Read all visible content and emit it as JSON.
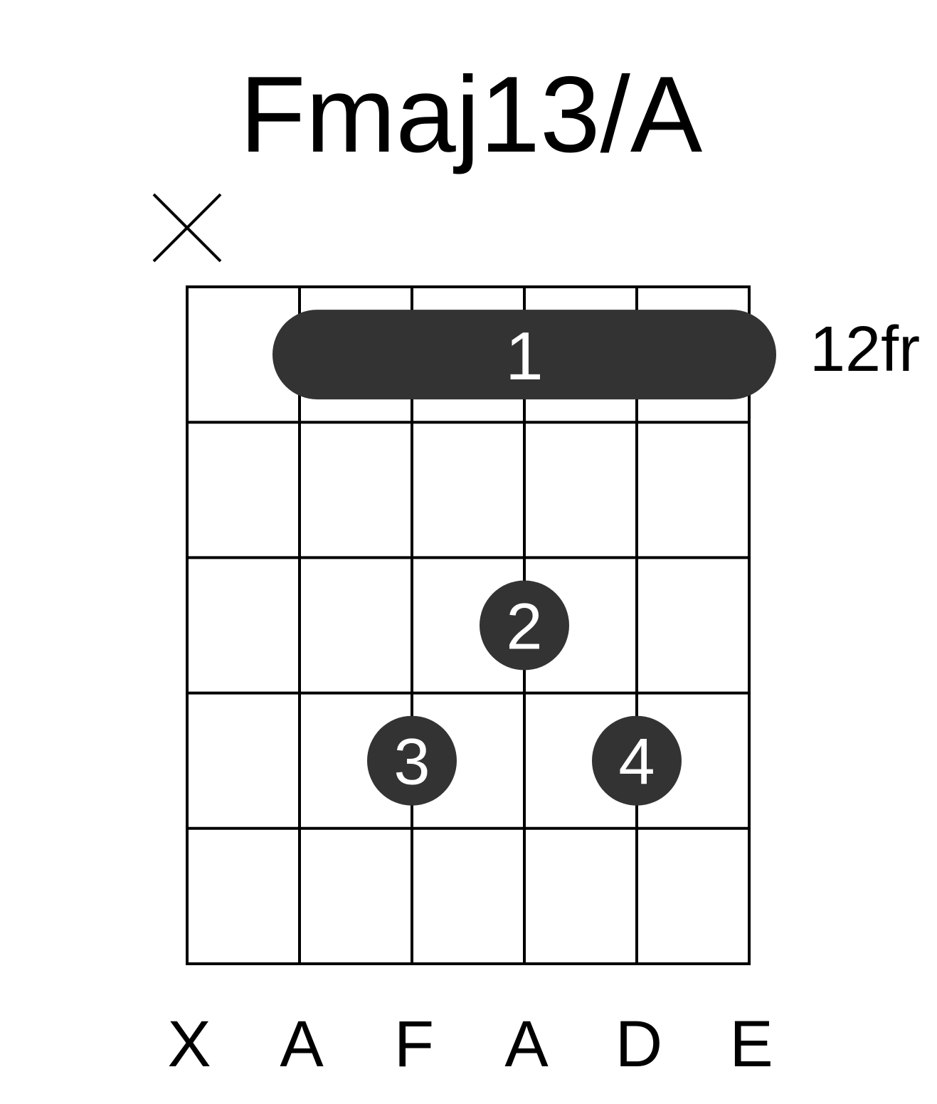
{
  "chord": {
    "name": "Fmaj13/A",
    "fret_label": "12fr",
    "strings": 6,
    "frets_shown": 5,
    "muted_strings": [
      0
    ],
    "barre": {
      "fret": 1,
      "from_string": 1,
      "to_string": 5,
      "finger": "1"
    },
    "dots": [
      {
        "string": 3,
        "fret": 3,
        "finger": "2"
      },
      {
        "string": 2,
        "fret": 4,
        "finger": "3"
      },
      {
        "string": 4,
        "fret": 4,
        "finger": "4"
      }
    ],
    "string_notes": [
      "X",
      "A",
      "F",
      "A",
      "D",
      "E"
    ],
    "colors": {
      "dot": "#333333",
      "line": "#000000",
      "finger_text": "#ffffff"
    }
  }
}
